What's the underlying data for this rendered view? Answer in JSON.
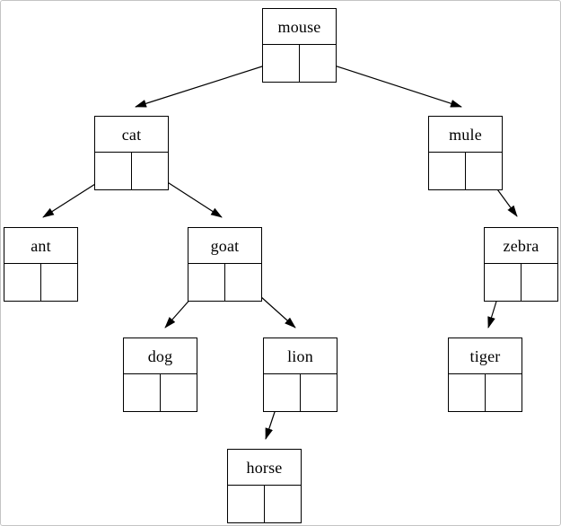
{
  "diagram": {
    "kind": "binary-tree",
    "colors": {
      "line": "#000000",
      "text": "#000000",
      "background": "#ffffff",
      "frame": "#c4c4c4"
    }
  },
  "tree": {
    "nodes": [
      {
        "label": "mouse",
        "parent": null,
        "side": "root"
      },
      {
        "label": "cat",
        "parent": "mouse",
        "side": "left"
      },
      {
        "label": "mule",
        "parent": "mouse",
        "side": "right"
      },
      {
        "label": "ant",
        "parent": "cat",
        "side": "left"
      },
      {
        "label": "goat",
        "parent": "cat",
        "side": "right"
      },
      {
        "label": "zebra",
        "parent": "mule",
        "side": "right"
      },
      {
        "label": "dog",
        "parent": "goat",
        "side": "left"
      },
      {
        "label": "lion",
        "parent": "goat",
        "side": "right"
      },
      {
        "label": "tiger",
        "parent": "zebra",
        "side": "left"
      },
      {
        "label": "horse",
        "parent": "lion",
        "side": "left"
      }
    ]
  }
}
